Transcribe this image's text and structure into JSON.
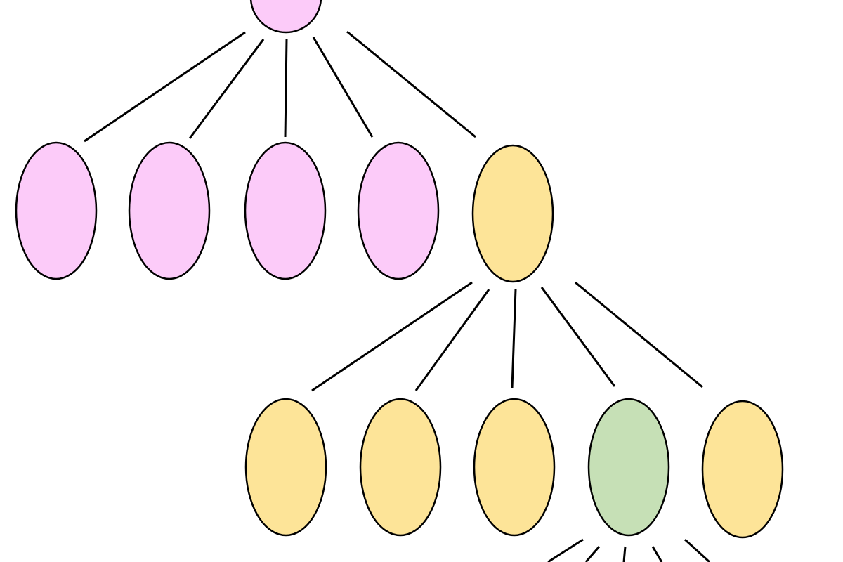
{
  "diagram": {
    "type": "tree",
    "colors": {
      "pink": "#fccbf9",
      "yellow": "#fde498",
      "green": "#c6e0b6",
      "outline": "#000000",
      "edge": "#000000",
      "background": "#ffffff"
    },
    "nodes": [
      {
        "id": "root",
        "color": "pink"
      },
      {
        "id": "l1-a",
        "color": "pink"
      },
      {
        "id": "l1-b",
        "color": "pink"
      },
      {
        "id": "l1-c",
        "color": "pink"
      },
      {
        "id": "l1-d",
        "color": "pink"
      },
      {
        "id": "l1-e",
        "color": "yellow"
      },
      {
        "id": "l2-a",
        "color": "yellow"
      },
      {
        "id": "l2-b",
        "color": "yellow"
      },
      {
        "id": "l2-c",
        "color": "yellow"
      },
      {
        "id": "l2-d",
        "color": "green"
      },
      {
        "id": "l2-e",
        "color": "yellow"
      }
    ],
    "edges": [
      {
        "from": "root",
        "to": "l1-a"
      },
      {
        "from": "root",
        "to": "l1-b"
      },
      {
        "from": "root",
        "to": "l1-c"
      },
      {
        "from": "root",
        "to": "l1-d"
      },
      {
        "from": "root",
        "to": "l1-e"
      },
      {
        "from": "l1-e",
        "to": "l2-a"
      },
      {
        "from": "l1-e",
        "to": "l2-b"
      },
      {
        "from": "l1-e",
        "to": "l2-c"
      },
      {
        "from": "l1-e",
        "to": "l2-d"
      },
      {
        "from": "l1-e",
        "to": "l2-e"
      },
      {
        "from": "l2-d",
        "to": "offscreen"
      },
      {
        "from": "l2-d",
        "to": "offscreen"
      },
      {
        "from": "l2-d",
        "to": "offscreen"
      },
      {
        "from": "l2-d",
        "to": "offscreen"
      },
      {
        "from": "l2-d",
        "to": "offscreen"
      }
    ]
  }
}
